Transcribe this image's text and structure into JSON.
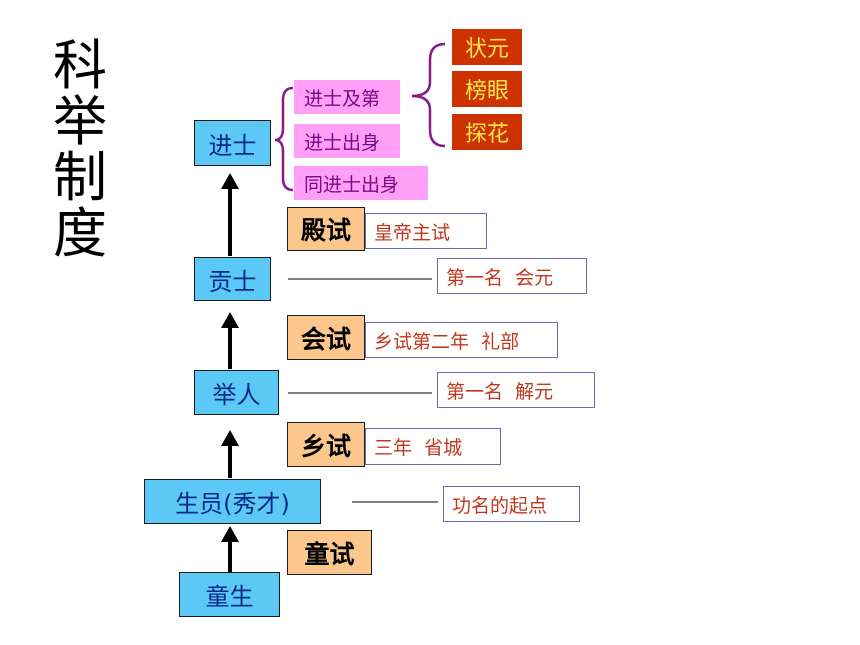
{
  "title_chars": [
    "科",
    "举",
    "制",
    "度"
  ],
  "stages": {
    "tongsheng": "童生",
    "shengyuan": "生员(秀才)",
    "juren": "举人",
    "gongshi": "贡士",
    "jinshi": "进士"
  },
  "exams": {
    "tongshi": "童试",
    "xiangshi": "乡试",
    "huishi": "会试",
    "dianshi": "殿试"
  },
  "notes": {
    "tongshi_dest": "功名的起点",
    "xiangshi_detail": "三年  省城",
    "juren_first": "第一名  解元",
    "huishi_detail": "乡试第二年  礼部",
    "gongshi_first": "第一名  会元",
    "dianshi_detail": "皇帝主试"
  },
  "jinshi_classes": [
    "进士及第",
    "进士出身",
    "同进士出身"
  ],
  "top_ranks": [
    "状元",
    "榜眼",
    "探花"
  ],
  "colors": {
    "stage_fill": "#5bc8f5",
    "exam_fill": "#fbc78c",
    "class_fill": "#ff9ff5",
    "rank_fill": "#cc3300",
    "rank_text": "#ffe34a",
    "brace": "#8a1a8a",
    "note_text": "#c0391f"
  }
}
